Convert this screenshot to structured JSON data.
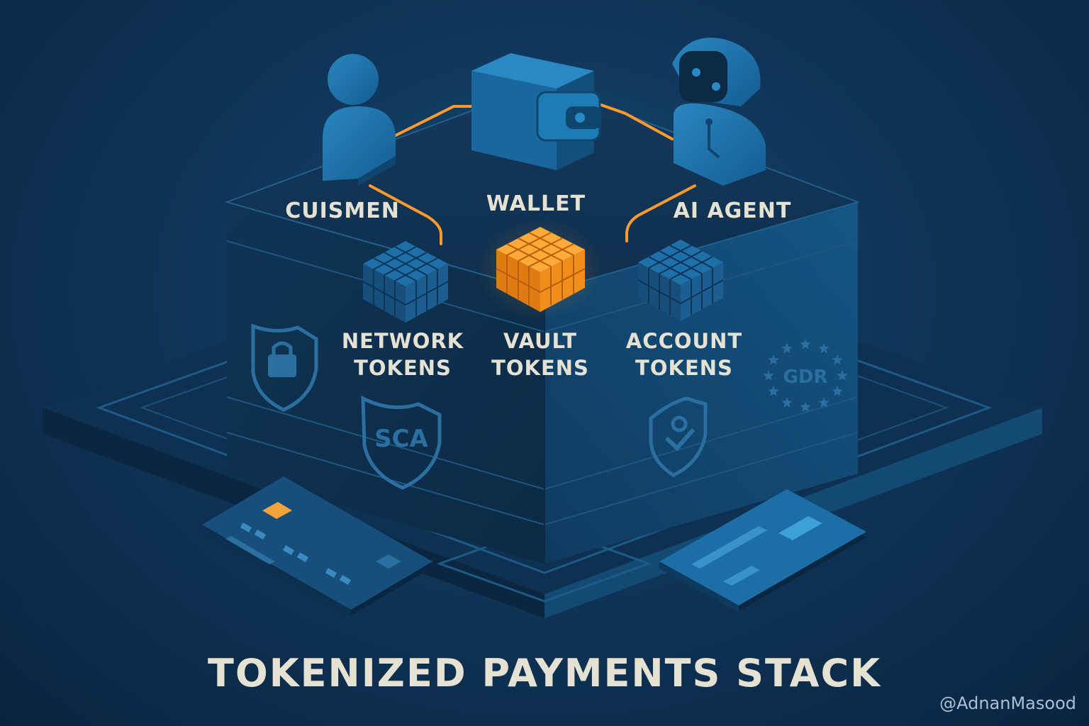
{
  "nodes": {
    "customer": "CUISMEN",
    "wallet": "WALLET",
    "agent": "AI AGENT"
  },
  "tokens": {
    "network": {
      "line1": "NETWORK",
      "line2": "TOKENS"
    },
    "vault": {
      "line1": "VAULT",
      "line2": "TOKENS"
    },
    "account": {
      "line1": "ACCOUNT",
      "line2": "TOKENS"
    }
  },
  "badges": {
    "sca": "SCA",
    "gdpr": "GDR"
  },
  "title": "TOKENIZED PAYMENTS STACK",
  "credit": "@AdnanMasood",
  "colors": {
    "accent": "#f28c1c",
    "connector": "#ff9a2e",
    "block_blue": "#1c6fa6",
    "text": "#e6e2d3"
  },
  "icons": [
    "person-icon",
    "wallet-icon",
    "robot-icon",
    "lock-shield-icon",
    "sca-shield-icon",
    "check-shield-icon",
    "eu-stars-badge-icon",
    "credit-card-icon",
    "id-card-icon"
  ]
}
